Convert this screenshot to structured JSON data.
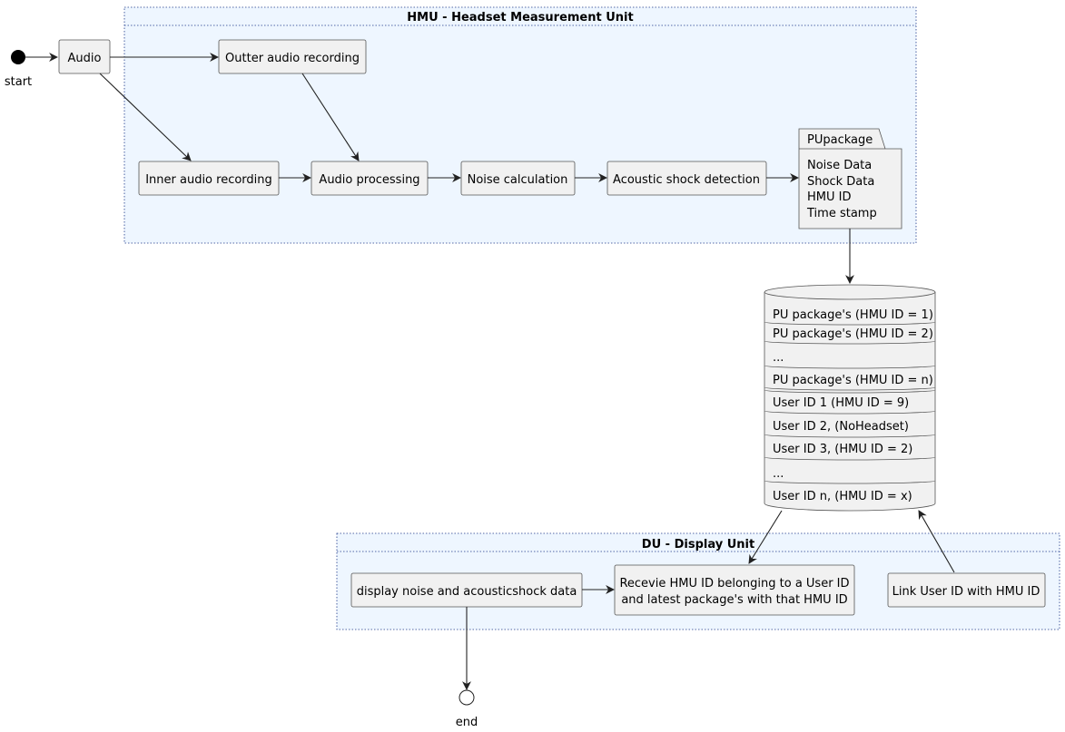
{
  "partitions": {
    "hmu": "HMU - Headset Measurement Unit",
    "du": "DU - Display Unit"
  },
  "start": {
    "label": "start"
  },
  "end": {
    "label": "end"
  },
  "nodes": {
    "audio": "Audio",
    "outer_recording": "Outter audio recording",
    "inner_recording": "Inner audio recording",
    "audio_processing": "Audio processing",
    "noise_calculation": "Noise calculation",
    "shock_detection": "Acoustic shock detection",
    "display_data": "display noise and acousticshock data",
    "receive_line1": "Recevie HMU ID belonging to a User ID",
    "receive_line2": "and latest package's with that HMU ID",
    "link_user": "Link User ID with HMU ID"
  },
  "pupackage": {
    "tab": "PUpackage",
    "fields": [
      "Noise Data",
      "Shock Data",
      "HMU ID",
      "Time stamp"
    ]
  },
  "database": {
    "packages": [
      "PU package's (HMU ID = 1)",
      "PU package's (HMU ID = 2)",
      "...",
      "PU package's (HMU ID = n)"
    ],
    "users": [
      "User ID 1 (HMU ID = 9)",
      "User ID 2, (NoHeadset)",
      "User ID 3, (HMU ID = 2)",
      "...",
      "User ID n, (HMU ID = x)"
    ]
  },
  "colors": {
    "partition_fill": "#eef6ff",
    "partition_border": "#1e3a8a",
    "node_fill": "#f1f1f1",
    "node_border": "#555555",
    "edge": "#222222"
  }
}
